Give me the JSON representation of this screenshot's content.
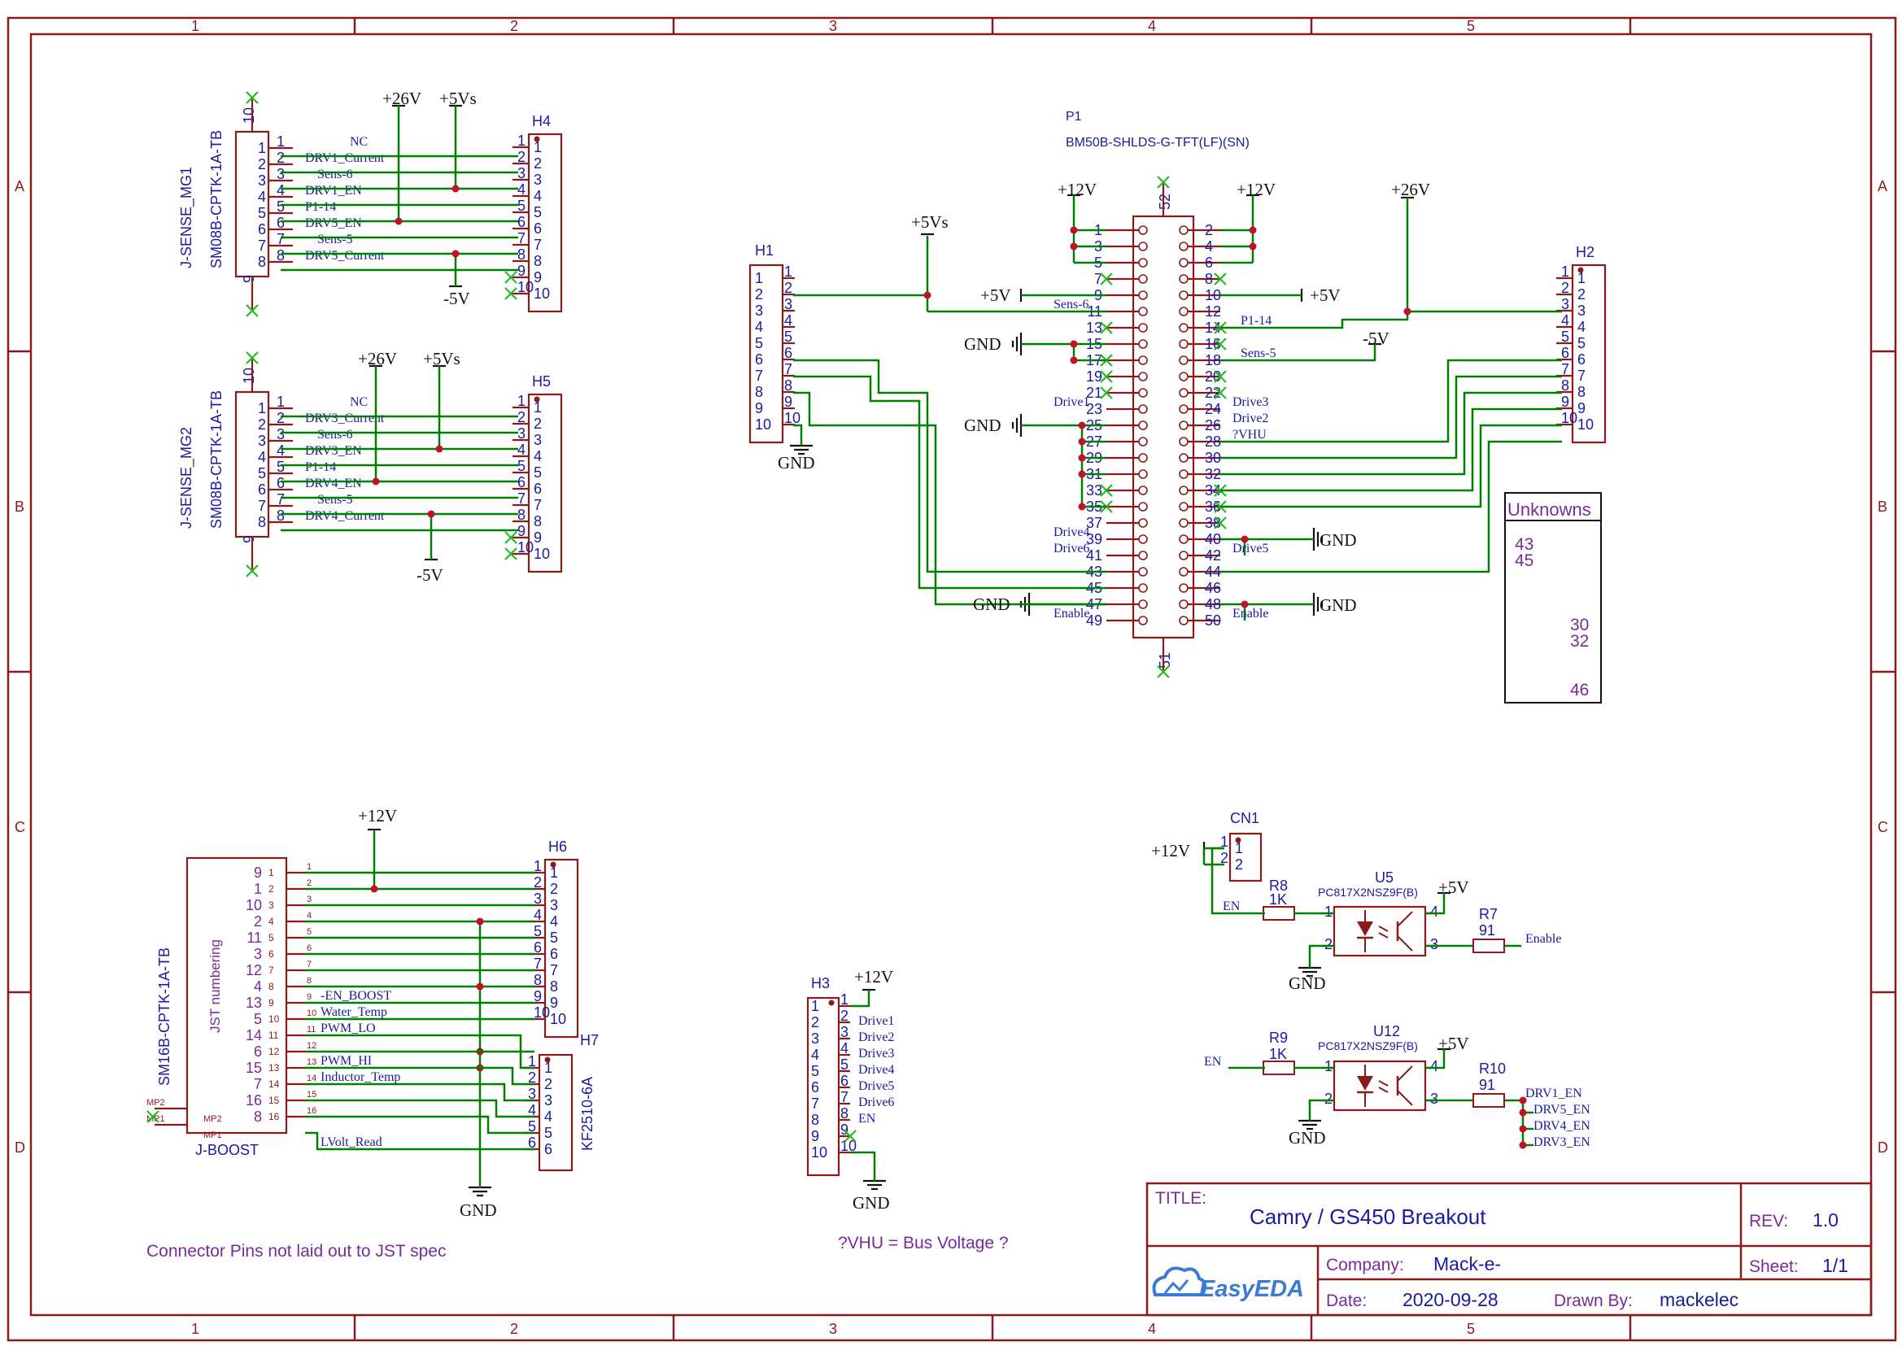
{
  "grid": {
    "cols": [
      "1",
      "2",
      "3",
      "4",
      "5"
    ],
    "rows": [
      "A",
      "B",
      "C",
      "D"
    ]
  },
  "title_block": {
    "title_label": "TITLE:",
    "title": "Camry / GS450 Breakout",
    "rev_label": "REV:",
    "rev": "1.0",
    "company_label": "Company:",
    "company": "Mack-e-",
    "sheet_label": "Sheet:",
    "sheet": "1/1",
    "date_label": "Date:",
    "date": "2020-09-28",
    "drawn_label": "Drawn By:",
    "drawn": "mackelec",
    "logo": "EasyEDA"
  },
  "mg1": {
    "ref": "J-SENSE_MG1",
    "part": "SM08B-CPTK-1A-TB",
    "pin_top": "10",
    "pin_bot": "9",
    "pins": [
      "1",
      "2",
      "3",
      "4",
      "5",
      "6",
      "7",
      "8"
    ],
    "nets": [
      "NC",
      "DRV1_Current",
      "Sens-6",
      "DRV1_EN",
      "P1-14",
      "DRV5_EN",
      "Sens-5",
      "DRV5_Current"
    ],
    "p26": "+26V",
    "p5s": "+5Vs",
    "m5": "-5V"
  },
  "h4": {
    "ref": "H4",
    "pins": [
      "1",
      "2",
      "3",
      "4",
      "5",
      "6",
      "7",
      "8",
      "9",
      "10"
    ]
  },
  "mg2": {
    "ref": "J-SENSE_MG2",
    "part": "SM08B-CPTK-1A-TB",
    "pin_top": "10",
    "pin_bot": "9",
    "pins": [
      "1",
      "2",
      "3",
      "4",
      "5",
      "6",
      "7",
      "8"
    ],
    "nets": [
      "NC",
      "DRV3_Current",
      "Sens-6",
      "DRV3_EN",
      "P1-14",
      "DRV4_EN",
      "Sens-5",
      "DRV4_Current"
    ],
    "p26": "+26V",
    "p5s": "+5Vs",
    "m5": "-5V"
  },
  "h5": {
    "ref": "H5",
    "pins": [
      "1",
      "2",
      "3",
      "4",
      "5",
      "6",
      "7",
      "8",
      "9",
      "10"
    ]
  },
  "h1": {
    "ref": "H1",
    "pins": [
      "1",
      "2",
      "3",
      "4",
      "5",
      "6",
      "7",
      "8",
      "9",
      "10"
    ],
    "p5s": "+5Vs",
    "gnd": "GND"
  },
  "p1": {
    "ref": "P1",
    "part": "BM50B-SHLDS-G-TFT(LF)(SN)",
    "pin_top": "52",
    "pin_bot": "51",
    "left": [
      "1",
      "3",
      "5",
      "7",
      "9",
      "11",
      "13",
      "15",
      "17",
      "19",
      "21",
      "23",
      "25",
      "27",
      "29",
      "31",
      "33",
      "35",
      "37",
      "39",
      "41",
      "43",
      "45",
      "47",
      "49"
    ],
    "right": [
      "2",
      "4",
      "6",
      "8",
      "10",
      "12",
      "14",
      "16",
      "18",
      "20",
      "22",
      "24",
      "26",
      "28",
      "30",
      "32",
      "34",
      "36",
      "38",
      "40",
      "42",
      "44",
      "46",
      "48",
      "50"
    ],
    "p12a": "+12V",
    "p12b": "+12V",
    "p26": "+26V",
    "p5l": "+5V",
    "p5r": "+5V",
    "m5": "-5V",
    "gnd": "GND",
    "net_sens6": "Sens-6",
    "net_p114": "P1-14",
    "net_sens5": "Sens-5",
    "net_drive1": "Drive1",
    "net_drive3": "Drive3",
    "net_drive2": "Drive2",
    "net_vhu": "?VHU",
    "net_drive4": "Drive4",
    "net_drive6": "Drive6",
    "net_drive5": "Drive5",
    "net_enable_l": "Enable",
    "net_enable_r": "Enable"
  },
  "h2": {
    "ref": "H2",
    "pins": [
      "1",
      "2",
      "3",
      "4",
      "5",
      "6",
      "7",
      "8",
      "9",
      "10"
    ]
  },
  "unknowns": {
    "title": "Unknowns",
    "v1": "43",
    "v2": "45",
    "v3": "30",
    "v4": "32",
    "v5": "46"
  },
  "boost": {
    "ref": "J-BOOST",
    "part": "SM16B-CPTK-1A-TB",
    "label": "JST numbering",
    "jst": [
      "9",
      "1",
      "10",
      "2",
      "11",
      "3",
      "12",
      "4",
      "13",
      "5",
      "14",
      "6",
      "15",
      "7",
      "16",
      "8"
    ],
    "pins": [
      "1",
      "2",
      "3",
      "4",
      "5",
      "6",
      "7",
      "8",
      "9",
      "10",
      "11",
      "12",
      "13",
      "14",
      "15",
      "16"
    ],
    "mp2": "MP2",
    "mp1": "MP1",
    "nets": {
      "9": "-EN_BOOST",
      "10": "Water_Temp",
      "11": "PWM_LO",
      "13": "PWM_HI",
      "14": "Inductor_Temp",
      "16": "LVolt_Read"
    },
    "p12": "+12V",
    "gnd": "GND",
    "note": "Connector Pins not laid out to JST spec"
  },
  "h6": {
    "ref": "H6",
    "pins": [
      "1",
      "2",
      "3",
      "4",
      "5",
      "6",
      "7",
      "8",
      "9",
      "10"
    ]
  },
  "h7": {
    "ref": "H7",
    "part": "KF2510-6A",
    "pins": [
      "1",
      "2",
      "3",
      "4",
      "5",
      "6"
    ]
  },
  "h3": {
    "ref": "H3",
    "pins": [
      "1",
      "2",
      "3",
      "4",
      "5",
      "6",
      "7",
      "8",
      "9",
      "10"
    ],
    "nets": [
      "Drive1",
      "Drive2",
      "Drive3",
      "Drive4",
      "Drive5",
      "Drive6",
      "EN"
    ],
    "p12": "+12V",
    "gnd": "GND",
    "note": "?VHU = Bus Voltage ?"
  },
  "cn1": {
    "ref": "CN1",
    "pins": [
      "1",
      "2"
    ],
    "p12": "+12V",
    "en": "EN"
  },
  "u5": {
    "ref": "U5",
    "part": "PC817X2NSZ9F(B)",
    "r8": "R8",
    "r8v": "1K",
    "r7": "R7",
    "r7v": "91",
    "p5": "+5V",
    "out": "Enable",
    "gnd": "GND",
    "pins": [
      "1",
      "2",
      "3",
      "4"
    ]
  },
  "u12": {
    "ref": "U12",
    "part": "PC817X2NSZ9F(B)",
    "r9": "R9",
    "r9v": "1K",
    "r10": "R10",
    "r10v": "91",
    "p5": "+5V",
    "en": "EN",
    "gnd": "GND",
    "pins": [
      "1",
      "2",
      "3",
      "4"
    ],
    "outs": [
      "DRV1_EN",
      "DRV5_EN",
      "DRV4_EN",
      "DRV3_EN"
    ]
  }
}
